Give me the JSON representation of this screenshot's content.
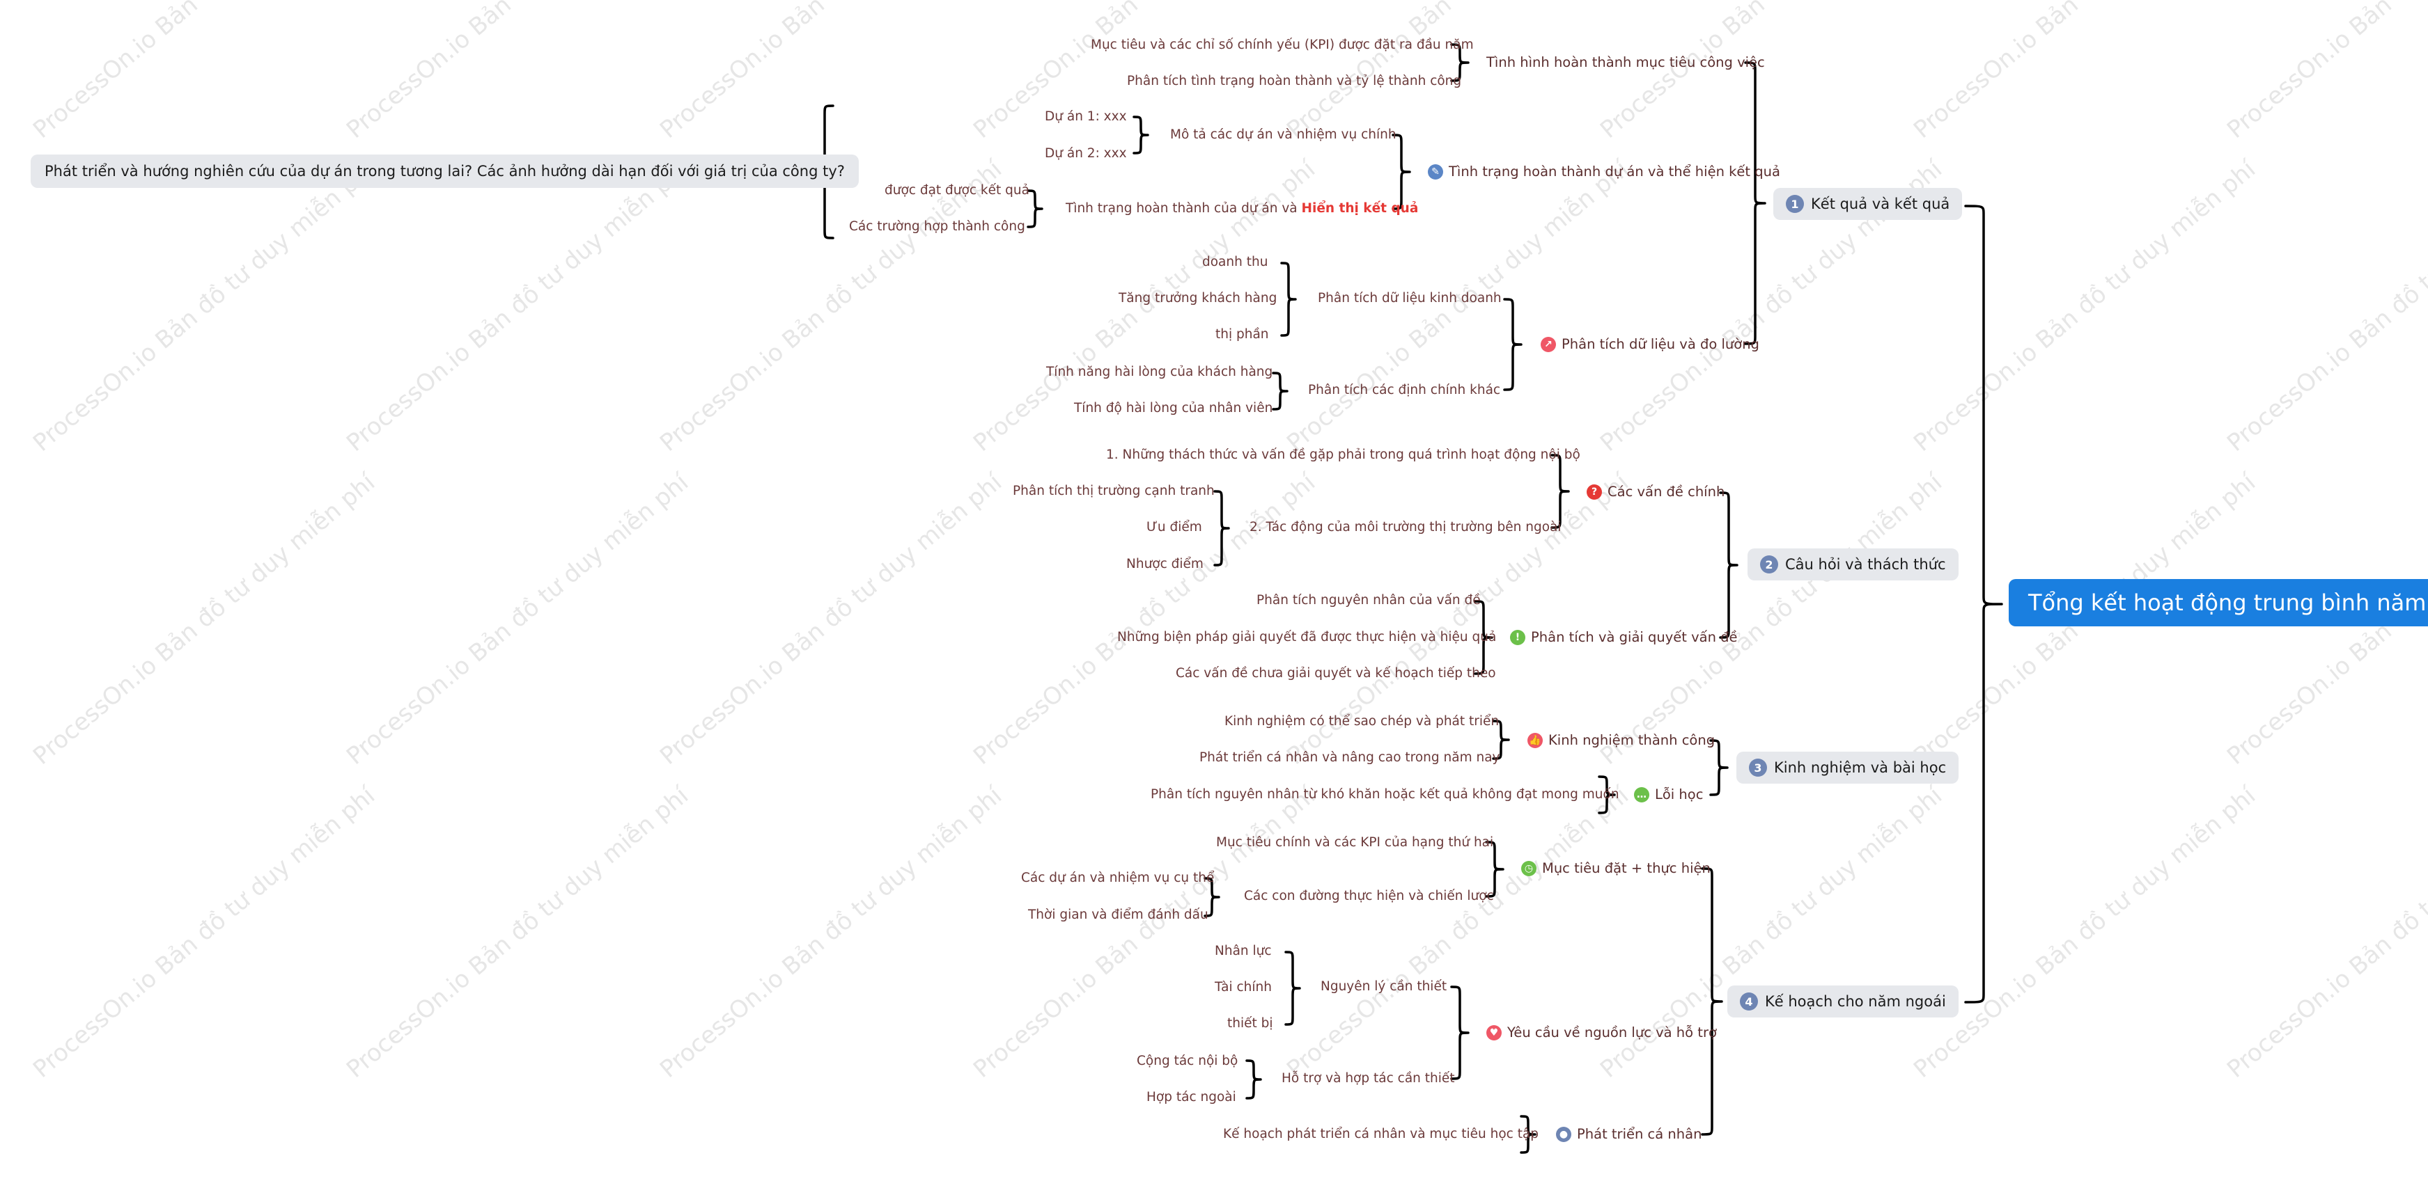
{
  "root": {
    "label": "Tổng kết hoạt động trung bình năm"
  },
  "branch1": {
    "label": "Kết quả và kết quả",
    "number": "1",
    "goals": {
      "label": "Tình hình hoàn thành mục tiêu công việc",
      "items": [
        "Mục tiêu và các chỉ số chính yếu (KPI) được đặt ra đầu năm",
        "Phân tích tình trạng hoàn thành và tỷ lệ thành công"
      ]
    },
    "projects": {
      "label": "Tình trạng hoàn thành dự án và thể hiện kết quả",
      "icon": "pencil-icon",
      "desc": {
        "label": "Mô tả các dự án và nhiệm vụ chính",
        "items": [
          "Dự án 1: xxx",
          "Dự án 2: xxx"
        ]
      },
      "status": {
        "label_prefix": "Tình trạng hoàn thành của dự án và ",
        "label_highlight": "Hiển thị kết quả",
        "items": [
          "được đạt được kết quả",
          "Các trường hợp thành công"
        ]
      },
      "future": "Phát triển và hướng nghiên cứu của dự án trong tương lai? Các ảnh hưởng dài hạn đối với giá trị của công ty?"
    },
    "data": {
      "label": "Phân tích dữ liệu và đo lường",
      "icon": "chart-icon",
      "business": {
        "label": "Phân tích dữ liệu kinh doanh",
        "items": [
          "doanh thu",
          "Tăng trưởng khách hàng",
          "thị phần"
        ]
      },
      "other": {
        "label": "Phân tích các định chính khác",
        "items": [
          "Tính năng hài lòng của khách hàng",
          "Tính độ hài lòng của nhân viên"
        ]
      }
    }
  },
  "branch2": {
    "label": "Câu hỏi và thách thức",
    "number": "2",
    "issues": {
      "label": "Các vấn đề chính",
      "icon": "question-icon",
      "internal": "1. Những thách thức và vấn đề gặp phải trong quá trình hoạt động nội bộ",
      "external": {
        "label": "2. Tác động của môi trường thị trường bên ngoài",
        "items": [
          "Phân tích thị trường cạnh tranh",
          "Ưu điểm",
          "Nhược điểm"
        ]
      }
    },
    "solve": {
      "label": "Phân tích và giải quyết vấn đề",
      "icon": "info-icon",
      "items": [
        "Phân tích nguyên nhân của vấn đề",
        "Những biện pháp giải quyết đã được thực hiện và hiệu quả",
        "Các vấn đề chưa giải quyết và kế hoạch tiếp theo"
      ]
    }
  },
  "branch3": {
    "label": "Kinh nghiệm và bài học",
    "number": "3",
    "success": {
      "label": "Kinh nghiệm thành công",
      "icon": "thumbs-up-icon",
      "items": [
        "Kinh nghiệm có thể sao chép và phát triển",
        "Phát triển cá nhân và nâng cao trong năm nay"
      ]
    },
    "lessons": {
      "label": "Lỗi học",
      "icon": "chat-icon",
      "items": [
        "Phân tích nguyên nhân từ khó khăn hoặc kết quả không đạt mong muốn"
      ]
    }
  },
  "branch4": {
    "label": "Kế hoạch cho năm ngoái",
    "number": "4",
    "goals": {
      "label": "Mục tiêu đặt + thực hiện",
      "icon": "clock-icon",
      "main": "Mục tiêu chính và các KPI của hạng thứ hai",
      "paths": {
        "label": "Các con đường thực hiện và chiến lược",
        "items": [
          "Các dự án và nhiệm vụ cụ thể",
          "Thời gian và điểm đánh dấu"
        ]
      }
    },
    "resources": {
      "label": "Yêu cầu về nguồn lực và hỗ trợ",
      "icon": "heart-icon",
      "needed": {
        "label": "Nguyên lý cần thiết",
        "items": [
          "Nhân lực",
          "Tài chính",
          "thiết bị"
        ]
      },
      "support": {
        "label": "Hỗ trợ và hợp tác cần thiết",
        "items": [
          "Cộng tác nội bộ",
          "Hợp tác ngoài"
        ]
      }
    },
    "personal": {
      "label": "Phát triển cá nhân",
      "icon": "person-icon",
      "items": [
        "Kế hoạch phát triển cá nhân và mục tiêu học tập"
      ]
    }
  },
  "watermark": "ProcessOn.io Bản đồ tư duy miễn phí",
  "colors": {
    "root": "#1a7fe0",
    "box": "#e6e8ec",
    "text": "#6b3a3a",
    "highlight": "#e53935",
    "number": "#6e85b3"
  }
}
